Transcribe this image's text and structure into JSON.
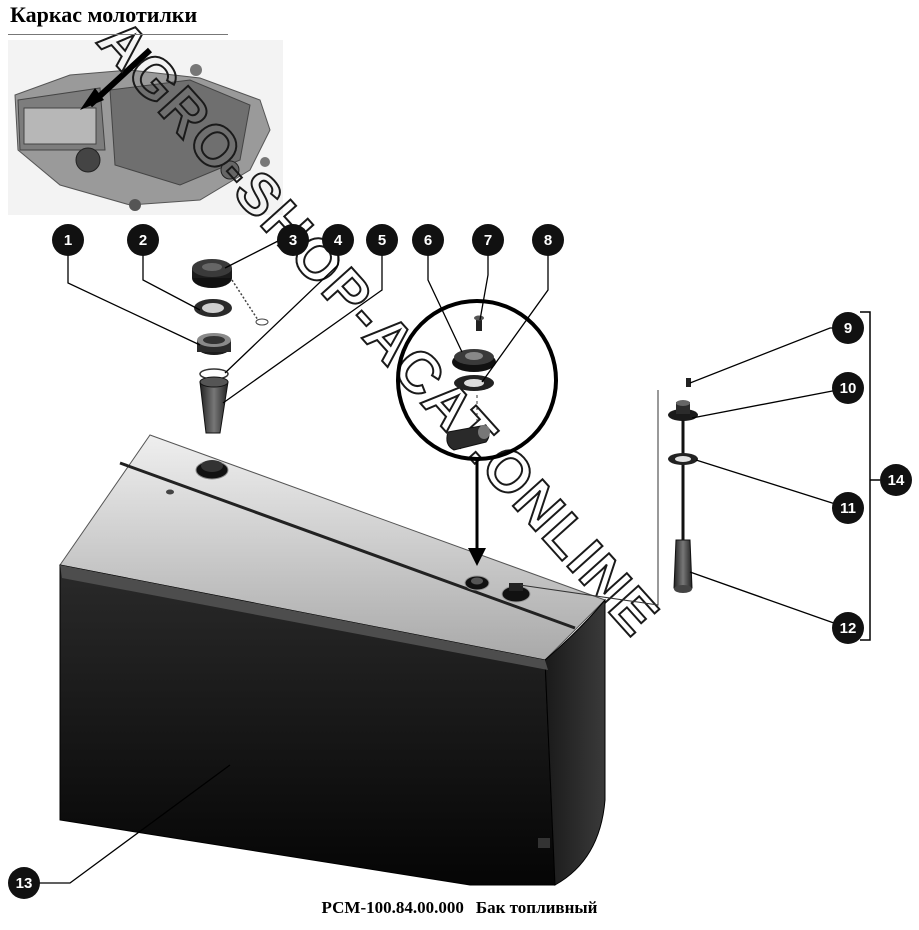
{
  "inset": {
    "title": "Каркас молотилки"
  },
  "callouts": [
    {
      "id": "callout-1",
      "label": "1"
    },
    {
      "id": "callout-2",
      "label": "2"
    },
    {
      "id": "callout-3",
      "label": "3"
    },
    {
      "id": "callout-4",
      "label": "4"
    },
    {
      "id": "callout-5",
      "label": "5"
    },
    {
      "id": "callout-6",
      "label": "6"
    },
    {
      "id": "callout-7",
      "label": "7"
    },
    {
      "id": "callout-8",
      "label": "8"
    },
    {
      "id": "callout-9",
      "label": "9"
    },
    {
      "id": "callout-10",
      "label": "10"
    },
    {
      "id": "callout-11",
      "label": "11"
    },
    {
      "id": "callout-12",
      "label": "12"
    },
    {
      "id": "callout-13",
      "label": "13"
    },
    {
      "id": "callout-14",
      "label": "14"
    }
  ],
  "watermark": {
    "text": "AGRO-SHOP-ACAT.ONLINE"
  },
  "caption": {
    "code": "РСМ-100.84.00.000",
    "name": "Бак топливный"
  },
  "colors": {
    "callout_fill": "#111111",
    "tank_dark": "#0d0d0d",
    "tank_light": "#c9c9c9",
    "watermark_stroke": "#1a1a1a"
  }
}
